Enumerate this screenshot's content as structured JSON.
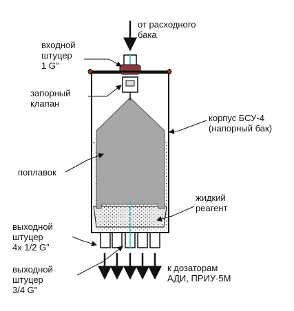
{
  "labels": {
    "inlet_source": "от расходного\nбака",
    "inlet_fitting": "входной\nштуцер\n1 G\"",
    "shutoff_valve": "запорный\nклапан",
    "housing": "корпус БСУ-4\n(напорный бак)",
    "float": "поплавок",
    "liquid_reagent": "жидкий\nреагент",
    "outlet_fittings_small": "выходной\nштуцер\n4x 1/2 G\"",
    "outlet_fitting_main": "выходной\nштуцер\n3/4 G\"",
    "dispensers": "к дозаторам\nАДИ, ПРИУ-5М"
  },
  "colors": {
    "float_fill": "#a6a6a6",
    "liquid_fill": "#dcdcdc",
    "flange": "#8b3a3a",
    "pipe_accent": "#2bb3c0",
    "line": "#111111"
  }
}
